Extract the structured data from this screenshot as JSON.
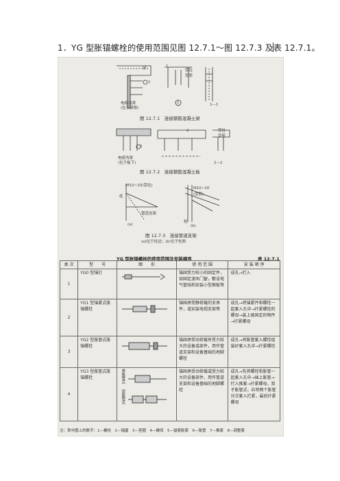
{
  "heading": "1．YG 型胀锚螺栓的使用范围见图 12.7.1～图 12.7.3 及表 12.7.1。",
  "figures": {
    "fig1": {
      "caption": "图 12.7.1　连接钢筋混凝土梁",
      "labels": [
        "梁",
        "1",
        "1",
        "受拉",
        "受剪",
        "1",
        "1—1",
        "电缆沟梁",
        "(位于梁侧)"
      ]
    },
    "fig2": {
      "caption": "图 12.7.2　连接钢筋混凝土板",
      "labels": [
        "2",
        "2",
        "受拉",
        "受剪",
        "电缆沟梁",
        "(位于板下)",
        "2—2"
      ]
    },
    "fig3": {
      "caption": "图 12.7.3　连接管道支架",
      "subcaption": "(a)位于柱边；(b)位于柱侧",
      "labels": [
        "M10~20(受拉)",
        "M10~20",
        "(受剪)",
        "柱",
        "管道支架",
        "柱",
        "(a)",
        "(b)"
      ]
    }
  },
  "table": {
    "title": "YG 型胀锚螺栓的使用范围及安装顺序",
    "number": "表 12.7.1",
    "headers": [
      "类 次",
      "型　　号",
      "图　　形",
      "使 用 范 围",
      "安 装 顺 序"
    ],
    "rows": [
      {
        "no": "1",
        "model": "YG0 型锚钉",
        "use": "锚固受力较小的固定件，如固定溜木门窗，敷设电气管线和安装小型面板等",
        "sequence": "成孔→打入"
      },
      {
        "no": "2",
        "model": "YG1 型锚紧式胀锚螺栓",
        "use": "锚固承受静荷载的支承件，或安装电视支架等",
        "sequence": "成孔→将锚紧件和螺栓一起套入孔中→拧紧螺栓的螺母→装上被固定的物件→拧紧螺母"
      },
      {
        "no": "3",
        "model": "YG2 型胀管式胀锚螺栓",
        "use": "锚固承受动荷载有受力较大的设备或部件，用作管道支架和设备基础的地脚螺栓",
        "sequence": "成孔→将胀管套入螺栓组装好套入孔中→拧紧螺栓"
      },
      {
        "no": "4",
        "model": "YG3 型胀管式胀锚螺栓",
        "sub_single": "单胀管式",
        "sub_double": "双胀管式",
        "use": "锚固承受动荷载或受力较大的设备部件，用作管道支架和设备基础的地脚螺栓",
        "sequence": "成孔→先将螺栓和胀管一起套入孔中→插上胀管→打入推套→拧紧螺母，双子胀管式，应将两个胀管分次套入打紧，最后拧紧螺母"
      }
    ],
    "note": "注：表中图上的数字：1—螺栓　2—锚塞　3—垫圈　4—螺母　5—锚紧胀套　6—胀管　7—推套　8—调整套"
  }
}
